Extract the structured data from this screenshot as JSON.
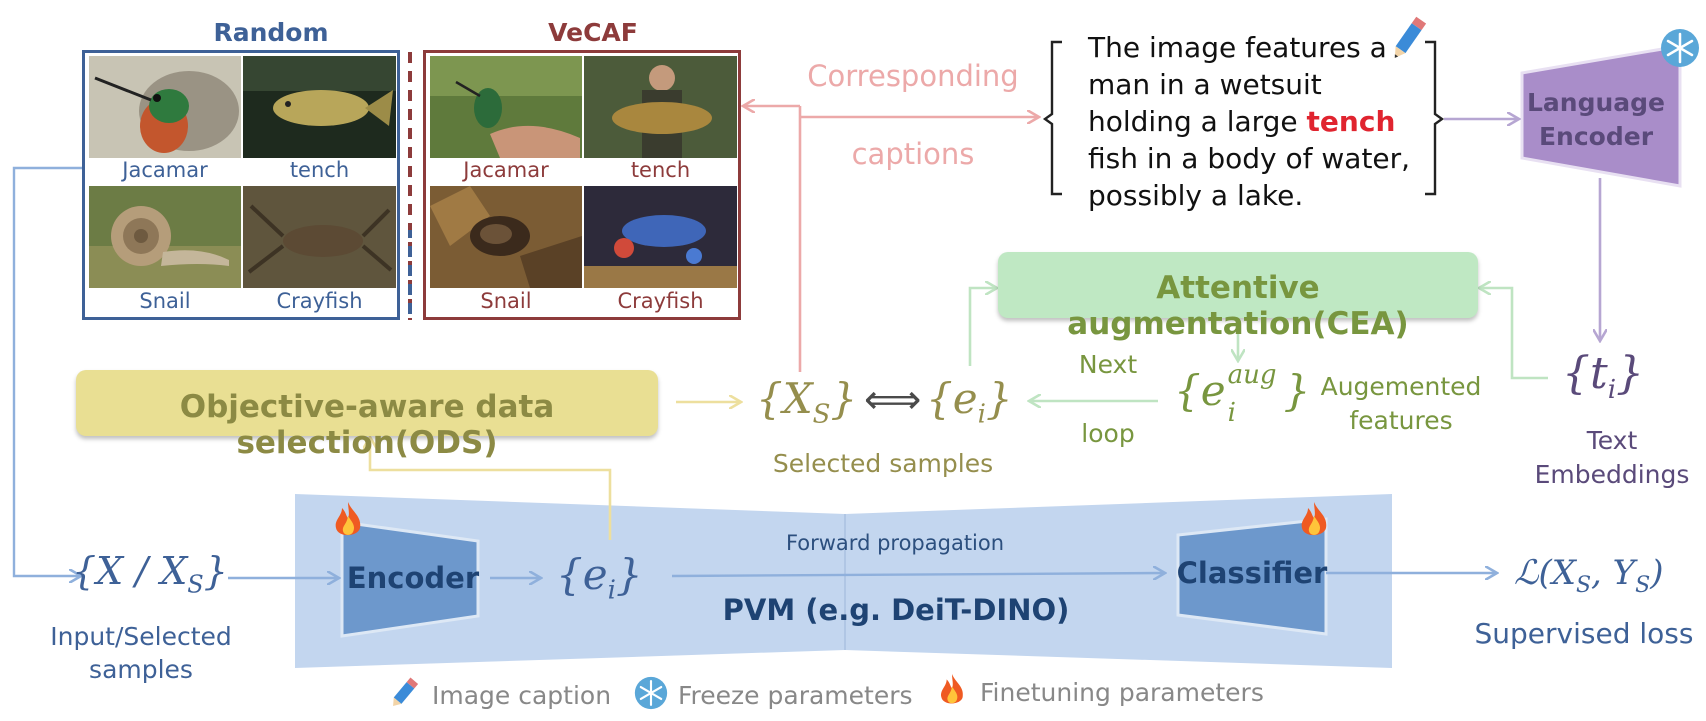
{
  "colors": {
    "random": "#3e6197",
    "vecaf": "#8d3b3b",
    "ods_fill": "#e9df93",
    "ods_text": "#8c8a44",
    "cea_fill": "#bfe8c3",
    "cea_text": "#78963f",
    "pvm_fill": "#c3d6ef",
    "block_fill": "#6d98cc",
    "block_text": "#1e4373",
    "arrow_blue": "#8fb0dc",
    "arrow_pink": "#eca9a9",
    "arrow_yellow": "#eddf9e",
    "arrow_green": "#bfe4c2",
    "arrow_purple": "#b6a6d2",
    "encoder_lang": "#a98dc9",
    "highlight": "#e0242f"
  },
  "random_panel": {
    "title": "Random",
    "labels": [
      "Jacamar",
      "tench",
      "Snail",
      "Crayfish"
    ]
  },
  "vecaf_panel": {
    "title": "VeCAF",
    "labels": [
      "Jacamar",
      "tench",
      "Snail",
      "Crayfish"
    ]
  },
  "corresponding_captions": {
    "line1": "Corresponding",
    "line2": "captions"
  },
  "caption_sample": {
    "line1": "The image features a",
    "line2": "man in a wetsuit",
    "line3_pre": "holding a large ",
    "line3_highlight": "tench",
    "line4": "fish in a body of water,",
    "line5": "possibly a lake."
  },
  "language_encoder": {
    "line1": "Language",
    "line2": "Encoder"
  },
  "cea_box": {
    "label": "Attentive augmentation(CEA)"
  },
  "ods_box": {
    "label": "Objective-aware data selection(ODS)"
  },
  "selected": {
    "xs": "{X",
    "xs_sub": "S",
    "xs_close": "}",
    "iff": "⟺",
    "ei": "{e",
    "ei_sub": "i",
    "ei_close": "}",
    "label": "Selected samples"
  },
  "loop": {
    "next": "Next",
    "loop": "loop"
  },
  "eaug": {
    "open": "{e",
    "sup": "aug",
    "sub": "i",
    "close": "}",
    "label_line1": "Augemented",
    "label_line2": "features"
  },
  "ti": {
    "open": "{t",
    "sub": "i",
    "close": "}",
    "label_line1": "Text",
    "label_line2": "Embeddings"
  },
  "input": {
    "math_open": "{X / X",
    "math_sub": "S",
    "math_close": "}",
    "label_line1": "Input/Selected",
    "label_line2": "samples"
  },
  "pvm": {
    "encoder": "Encoder",
    "ei_open": "{e",
    "ei_sub": "i",
    "ei_close": "}",
    "forward": "Forward propagation",
    "classifier": "Classifier",
    "title": "PVM (e.g. DeiT-DINO)"
  },
  "loss": {
    "math": "ℒ(X",
    "sub1": "S",
    "mid": ", Y",
    "sub2": "S",
    "close": ")",
    "label": "Supervised loss"
  },
  "legend": {
    "caption_icon": "pencil-icon",
    "caption": "Image caption",
    "freeze_icon": "snowflake-icon",
    "freeze": "Freeze parameters",
    "finetune_icon": "fire-icon",
    "finetune": "Finetuning parameters"
  }
}
